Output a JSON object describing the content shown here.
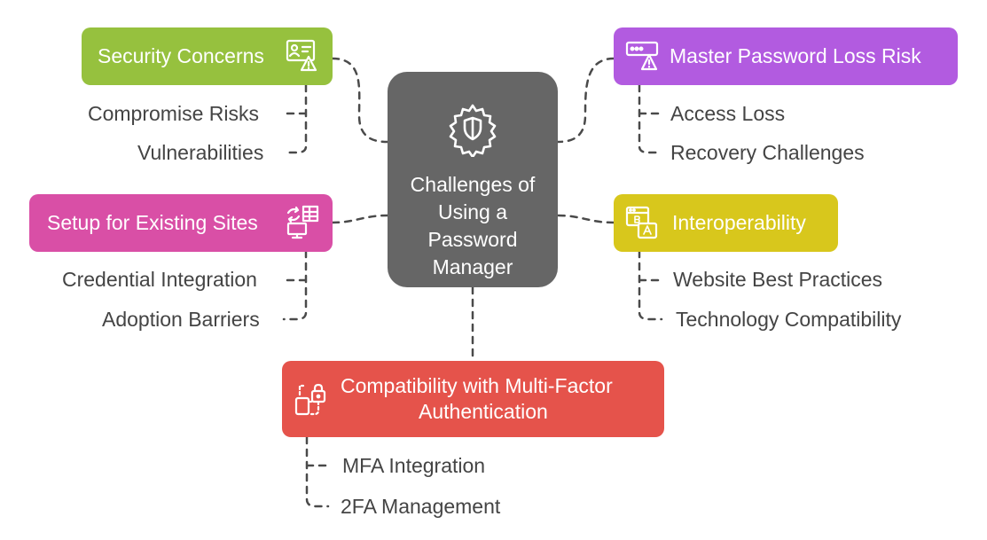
{
  "center": {
    "title": "Challenges of Using a Password Manager",
    "icon": "gear-shield-icon"
  },
  "branches": {
    "security": {
      "label": "Security Concerns",
      "color": "#96c13e",
      "icon": "id-card-warning-icon",
      "items": [
        "Compromise Risks",
        "Vulnerabilities"
      ]
    },
    "master": {
      "label": "Master Password Loss Risk",
      "color": "#b25be0",
      "icon": "password-warning-icon",
      "items": [
        "Access Loss",
        "Recovery Challenges"
      ]
    },
    "setup": {
      "label": "Setup for Existing Sites",
      "color": "#d94fa6",
      "icon": "sync-monitor-icon",
      "items": [
        "Credential Integration",
        "Adoption Barriers"
      ]
    },
    "interop": {
      "label": "Interoperability",
      "color": "#d8c71c",
      "icon": "browser-code-icon",
      "items": [
        "Website Best Practices",
        "Technology Compatibility"
      ]
    },
    "mfa": {
      "label_line1": "Compatibility with Multi-Factor",
      "label_line2": "Authentication",
      "color": "#e5534b",
      "icon": "lock-device-icon",
      "items": [
        "MFA Integration",
        "2FA Management"
      ]
    }
  }
}
